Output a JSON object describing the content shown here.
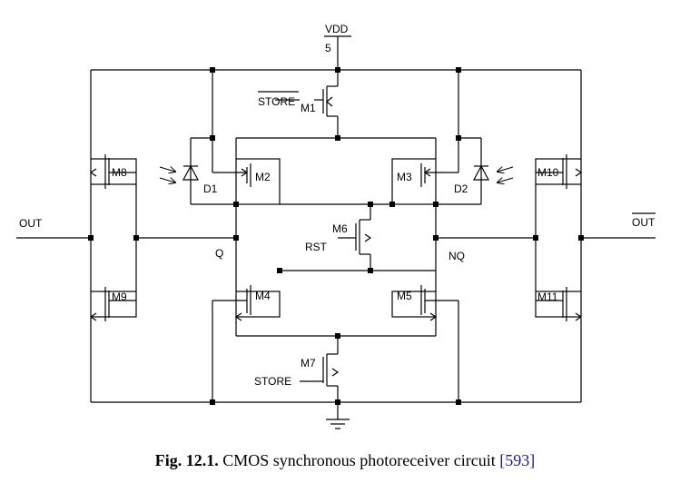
{
  "supply": {
    "label": "VDD",
    "value": "5"
  },
  "transistors": [
    "M1",
    "M2",
    "M3",
    "M4",
    "M5",
    "M6",
    "M7",
    "M8",
    "M9",
    "M10",
    "M11"
  ],
  "diodes": [
    "D1",
    "D2"
  ],
  "signals": {
    "store_bar": "STORE",
    "store": "STORE",
    "rst": "RST",
    "q": "Q",
    "nq": "NQ",
    "out": "OUT",
    "out_bar": "OUT"
  },
  "caption": {
    "fig": "Fig. 12.1.",
    "text": "CMOS synchronous photoreceiver circuit",
    "ref": "[593]"
  }
}
